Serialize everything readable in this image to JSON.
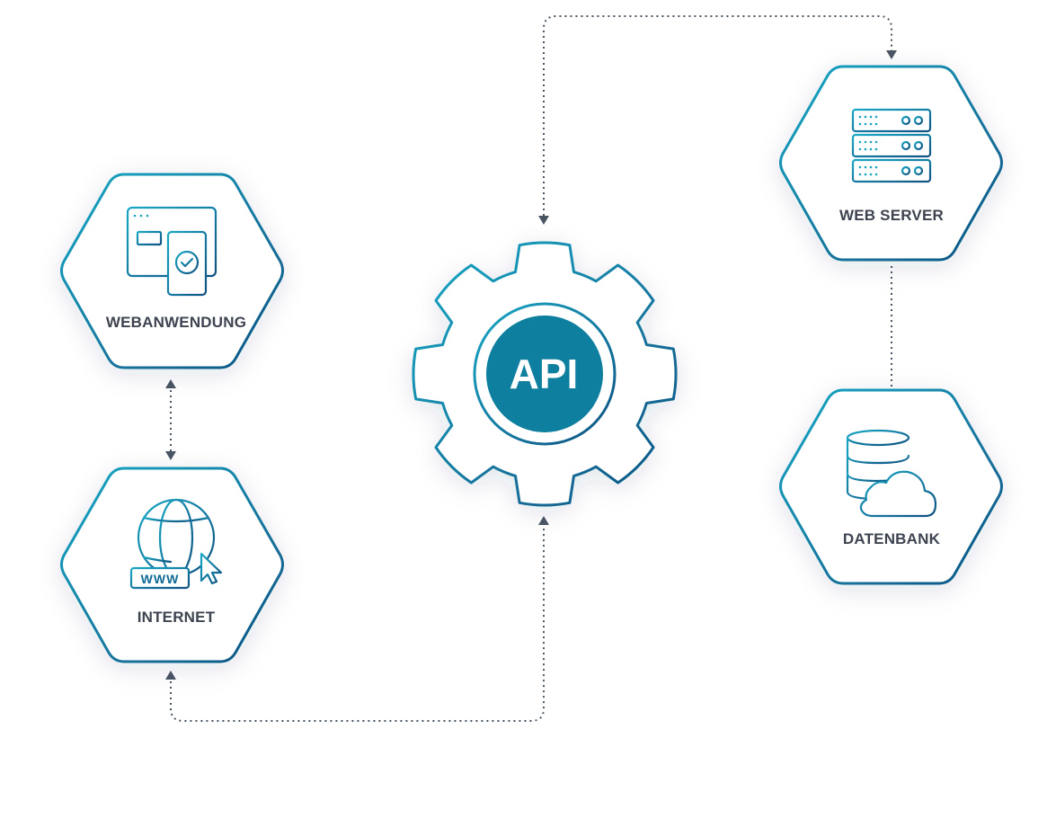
{
  "nodes": {
    "webanwendung": {
      "label": "WEBANWENDUNG",
      "icon": "web-application-icon"
    },
    "internet": {
      "label": "INTERNET",
      "icon": "globe-www-icon",
      "www_text": "WWW"
    },
    "api": {
      "label": "API",
      "icon": "gear-icon"
    },
    "webserver": {
      "label": "WEB SERVER",
      "icon": "server-rack-icon"
    },
    "datenbank": {
      "label": "DATENBANK",
      "icon": "database-cloud-icon"
    }
  },
  "colors": {
    "accent_light": "#18a3bf",
    "accent_dark": "#0f5a87",
    "api_fill": "#0e7f9e",
    "label": "#3d4450",
    "connector": "#4a5563"
  }
}
